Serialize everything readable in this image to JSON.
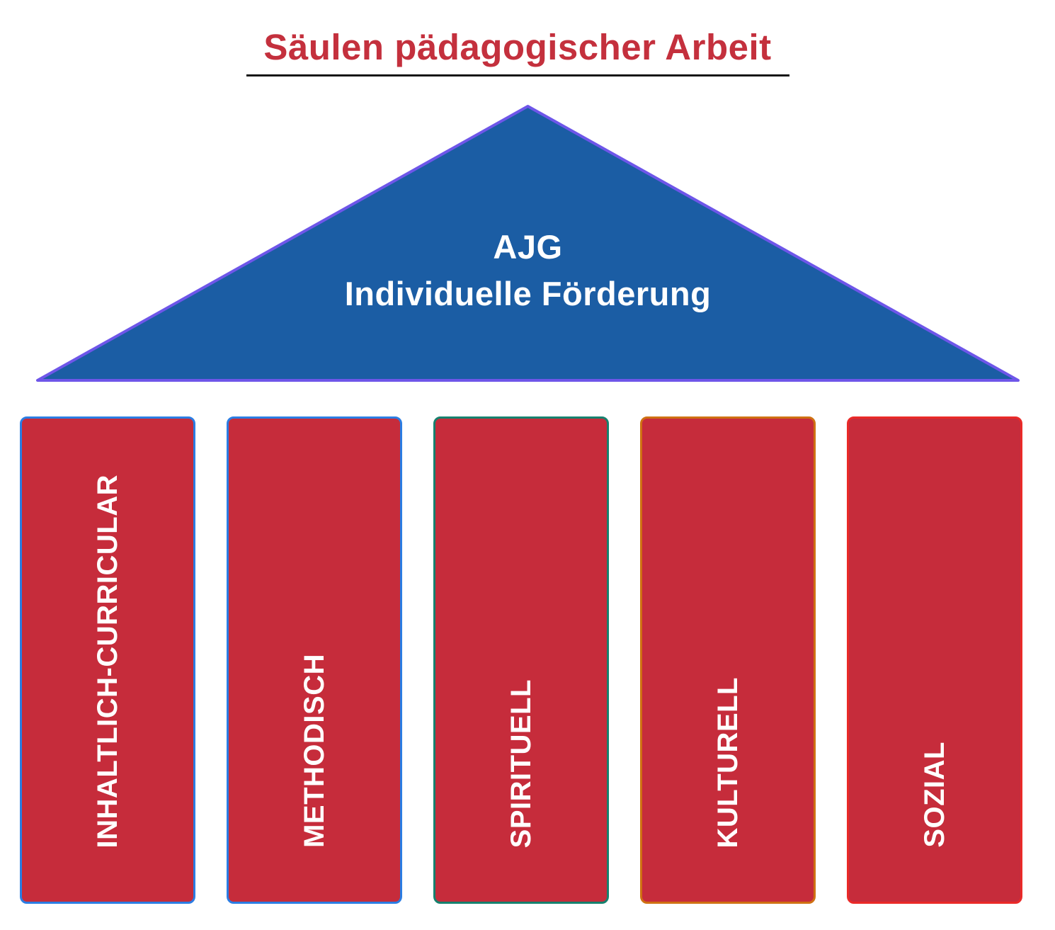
{
  "title": {
    "text": "Säulen pädagogischer Arbeit"
  },
  "roof": {
    "line1": "AJG",
    "line2": "Individuelle Förderung"
  },
  "pillars": [
    {
      "label": "INHALTLICH-CURRICULAR",
      "border_color": "#2b7de3"
    },
    {
      "label": "METHODISCH",
      "border_color": "#2b7de3"
    },
    {
      "label": "SPIRITUELL",
      "border_color": "#16816e"
    },
    {
      "label": "KULTURELL",
      "border_color": "#cf7113"
    },
    {
      "label": "SOZIAL",
      "border_color": "#ea2a28"
    }
  ],
  "colors": {
    "title_red": "#c4303d",
    "pillar_red": "#c62c3b",
    "roof_fill": "#1b5da4",
    "roof_stroke": "#6e56e9",
    "underline_black": "#161616",
    "label_white": "#ffffff"
  }
}
